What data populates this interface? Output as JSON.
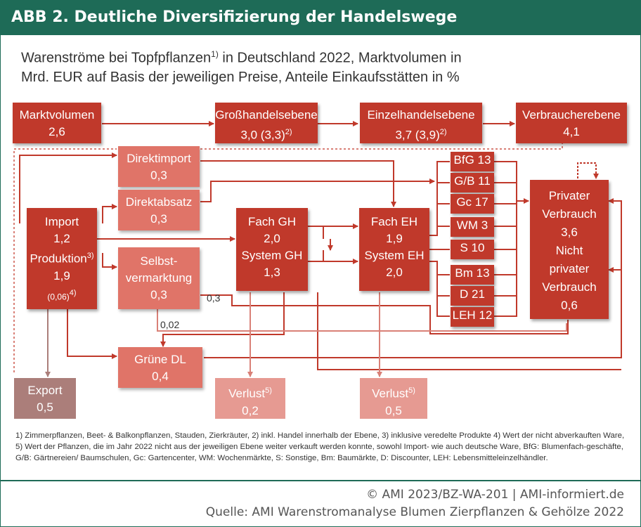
{
  "header": {
    "title": "ABB 2. Deutliche Diversifizierung der Handelswege"
  },
  "subtitle": {
    "line1_a": "Warenströme bei Topfpflanzen",
    "line1_sup": "1)",
    "line1_b": " in Deutschland 2022, Marktvolumen in",
    "line2": "Mrd. EUR auf Basis der jeweiligen Preise, Anteile Einkaufsstätten in %"
  },
  "levels": {
    "markt": {
      "label": "Marktvolumen",
      "value": "2,6"
    },
    "gross": {
      "label": "Großhandelsebene",
      "value": "3,0 (3,3)",
      "sup": "2)"
    },
    "einzel": {
      "label": "Einzelhandelsebene",
      "value": "3,7 (3,9)",
      "sup": "2)"
    },
    "verbraucher": {
      "label": "Verbraucherebene",
      "value": "4,1"
    }
  },
  "nodes": {
    "direktimport": {
      "label": "Direktimport",
      "value": "0,3"
    },
    "direktabsatz": {
      "label": "Direktabsatz",
      "value": "0,3"
    },
    "selbst": {
      "label1": "Selbst-",
      "label2": "vermarktung",
      "value": "0,3"
    },
    "import": {
      "l1": "Import",
      "v1": "1,2",
      "l2": "Produktion",
      "sup": "3)",
      "v2": "1,9",
      "v3": "(0,06)",
      "sup2": "4)"
    },
    "fachgh": {
      "l1": "Fach GH",
      "v1": "2,0",
      "l2": "System GH",
      "v2": "1,3"
    },
    "facheh": {
      "l1": "Fach EH",
      "v1": "1,9",
      "l2": "System EH",
      "v2": "2,0"
    },
    "privat": {
      "l1": "Privater",
      "l2": "Verbrauch",
      "v1": "3,6",
      "l3": "Nicht",
      "l4": "privater",
      "l5": "Verbrauch",
      "v2": "0,6"
    },
    "gruene": {
      "label": "Grüne DL",
      "value": "0,4"
    },
    "export": {
      "label": "Export",
      "value": "0,5"
    },
    "verlust1": {
      "label": "Verlust",
      "sup": "5)",
      "value": "0,2"
    },
    "verlust2": {
      "label": "Verlust",
      "sup": "5)",
      "value": "0,5"
    }
  },
  "channels": [
    "BfG 13",
    "G/B 11",
    "Gc 17",
    "WM 3",
    "S 10",
    "Bm 13",
    "D 21",
    "LEH 12"
  ],
  "flow_labels": {
    "a": "0,3",
    "b": "0,02"
  },
  "footnote": "1) Zimmerpflanzen, Beet- & Balkonpflanzen, Stauden, Zierkräuter, 2) inkl. Handel innerhalb der Ebene, 3) inklusive veredelte Produkte 4) Wert der nicht abverkauften Ware, 5) Wert der Pflanzen, die im Jahr 2022 nicht aus der jeweiligen Ebene weiter verkauft werden konnte, sowohl Import- wie auch deutsche Ware, BfG: Blumenfach-geschäfte, G/B: Gärtnereien/ Baumschulen, Gc: Gartencenter, WM: Wochenmärkte, S: Sonstige, Bm: Baumärkte, D: Discounter, LEH: Lebensmitteleinzelhändler.",
  "source": {
    "line1": "© AMI 2023/BZ-WA-201 | AMI-informiert.de",
    "line2": "Quelle: AMI Warenstromanalyse Blumen Zierpflanzen & Gehölze 2022"
  },
  "colors": {
    "header": "#1e6b57",
    "dark": "#c0392b",
    "mid": "#e07468",
    "pale": "#e69a92",
    "grey": "#ab7e7a"
  }
}
